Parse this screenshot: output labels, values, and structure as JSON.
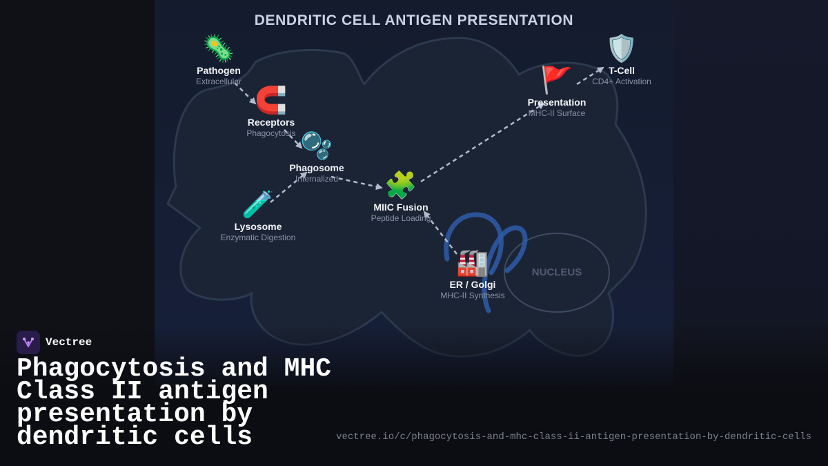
{
  "diagram": {
    "title": "DENDRITIC CELL ANTIGEN PRESENTATION",
    "nucleus_label": "NUCLEUS",
    "nodes": [
      {
        "id": "pathogen",
        "icon": "microbe",
        "emoji": "🦠",
        "label": "Pathogen",
        "sublabel": "Extracellular"
      },
      {
        "id": "receptors",
        "icon": "magnet",
        "emoji": "🧲",
        "label": "Receptors",
        "sublabel": "Phagocytosis"
      },
      {
        "id": "phagosome",
        "icon": "bubbles",
        "emoji": "🫧",
        "label": "Phagosome",
        "sublabel": "Internalized"
      },
      {
        "id": "lysosome",
        "icon": "test-tube",
        "emoji": "🧪",
        "label": "Lysosome",
        "sublabel": "Enzymatic Digestion"
      },
      {
        "id": "miic",
        "icon": "puzzle-piece",
        "emoji": "🧩",
        "label": "MIIC Fusion",
        "sublabel": "Peptide Loading"
      },
      {
        "id": "er_golgi",
        "icon": "factory",
        "emoji": "🏭",
        "label": "ER / Golgi",
        "sublabel": "MHC-II Synthesis"
      },
      {
        "id": "presentation",
        "icon": "flag",
        "emoji": "🚩",
        "label": "Presentation",
        "sublabel": "MHC-II Surface"
      },
      {
        "id": "tcell",
        "icon": "shield",
        "emoji": "🛡️",
        "label": "T-Cell",
        "sublabel": "CD4+ Activation"
      }
    ],
    "edges": [
      {
        "from": "pathogen",
        "to": "receptors"
      },
      {
        "from": "receptors",
        "to": "phagosome"
      },
      {
        "from": "lysosome",
        "to": "phagosome"
      },
      {
        "from": "phagosome",
        "to": "miic"
      },
      {
        "from": "er_golgi",
        "to": "miic"
      },
      {
        "from": "miic",
        "to": "presentation"
      },
      {
        "from": "presentation",
        "to": "tcell"
      }
    ],
    "colors": {
      "cell_fill": "#1b2435",
      "cell_stroke": "#2c3a4f",
      "arrow": "#b4bccb",
      "er_strand": "#2f5aa8"
    }
  },
  "brand": {
    "name": "Vectree",
    "logo_icon": "vectree-logo-icon"
  },
  "page": {
    "title": "Phagocytosis and MHC Class II antigen presentation by dendritic cells",
    "url": "vectree.io/c/phagocytosis-and-mhc-class-ii-antigen-presentation-by-dendritic-cells"
  }
}
